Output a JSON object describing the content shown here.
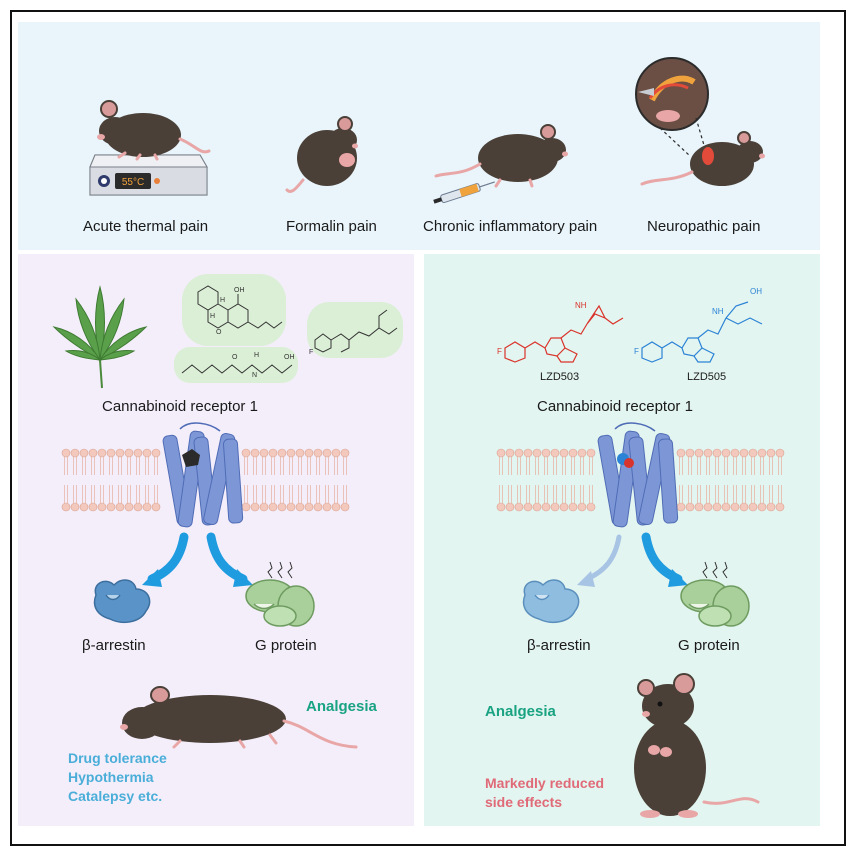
{
  "top": {
    "labels": [
      "Acute thermal pain",
      "Formalin pain",
      "Chronic inflammatory pain",
      "Neuropathic pain"
    ],
    "hotplate_temp": "55°C"
  },
  "left": {
    "receptor_label": "Cannabinoid receptor 1",
    "arrestin_label": "β-arrestin",
    "gprotein_label": "G protein",
    "analgesia_label": "Analgesia",
    "side_effects": [
      "Drug tolerance",
      "Hypothermia",
      "Catalepsy etc."
    ],
    "chem_labels": {
      "oh": "OH",
      "h1": "H",
      "h2": "H",
      "o": "O",
      "n": "N",
      "h3": "H",
      "oh2": "OH",
      "f": "F"
    }
  },
  "right": {
    "receptor_label": "Cannabinoid receptor 1",
    "compound1": "LZD503",
    "compound2": "LZD505",
    "arrestin_label": "β-arrestin",
    "gprotein_label": "G protein",
    "analgesia_label": "Analgesia",
    "reduced_label": [
      "Markedly reduced",
      "side effects"
    ],
    "chem_labels": {
      "nh1": "NH",
      "f1": "F",
      "nh2": "NH",
      "oh": "OH",
      "f2": "F"
    }
  },
  "colors": {
    "top_bg": "#e9f5fb",
    "left_bg": "#f4eefb",
    "right_bg": "#e3f5f0",
    "analgesia": "#1aa383",
    "side_effects": "#4aaed8",
    "reduced": "#e06a78",
    "lzd503": "#d9342b",
    "lzd505": "#2b83d6",
    "receptor": "#6f8ed0",
    "arrow": "#1f9be0"
  }
}
